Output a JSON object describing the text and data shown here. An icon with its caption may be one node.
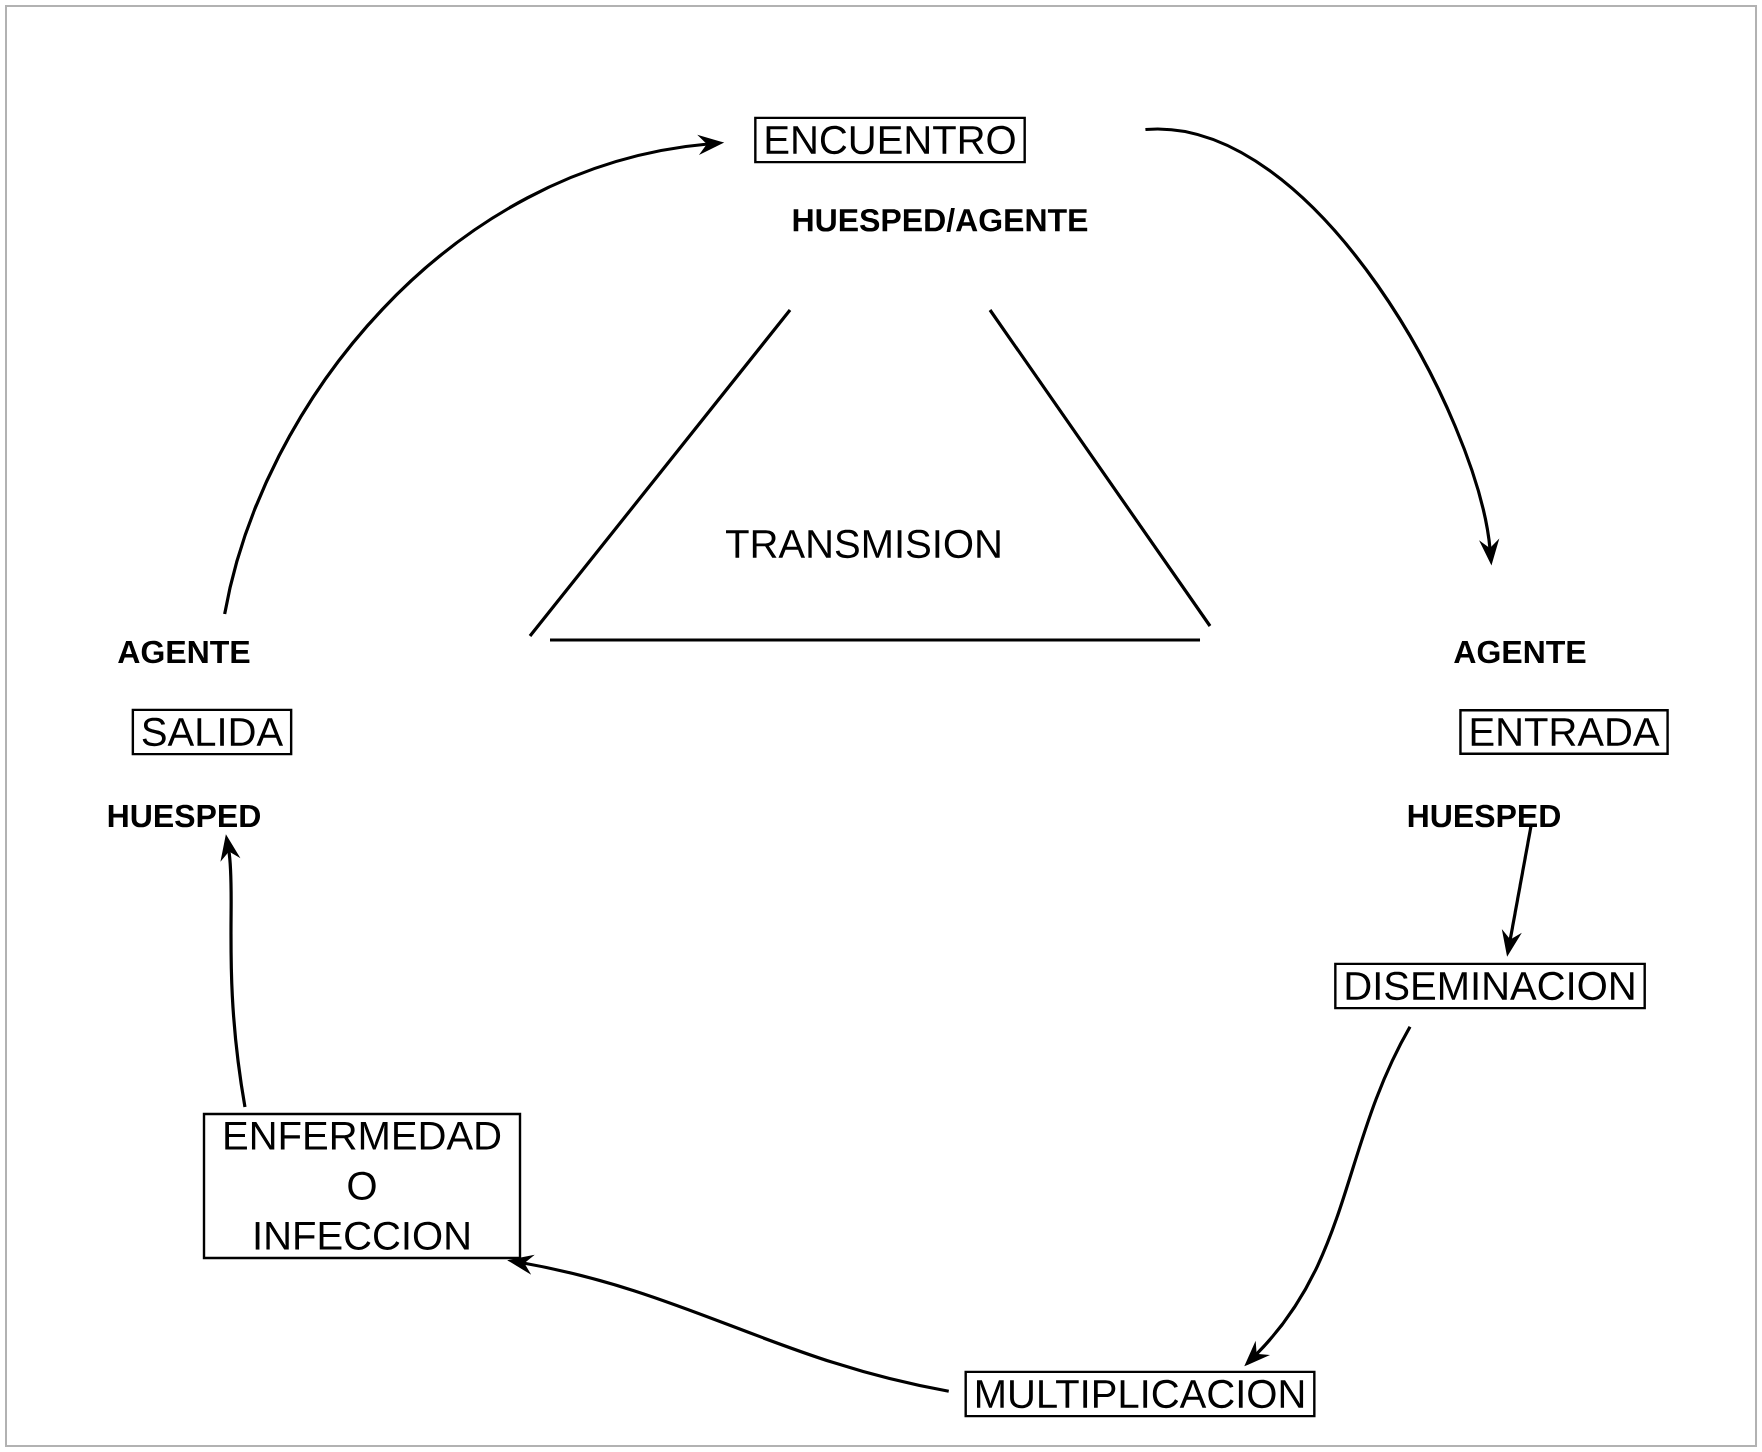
{
  "diagram": {
    "nodes": [
      {
        "text": [
          "ENCUENTRO"
        ],
        "beside": [
          "HUESPED/AGENTE"
        ]
      },
      {
        "text": [
          "ENTRADA"
        ],
        "beside": [
          "AGENTE",
          "HUESPED"
        ]
      },
      {
        "text": [
          "DISEMINACION"
        ]
      },
      {
        "text": [
          "MULTIPLICACION"
        ]
      },
      {
        "text": [
          "ENFERMEDAD O INFECCION"
        ]
      },
      {
        "text": [
          "SALIDA"
        ],
        "beside": [
          "AGENTE",
          "HUESPED"
        ]
      },
      {
        "text": [
          "TRANSMISION"
        ]
      }
    ],
    "edges": [
      {
        "from": 0,
        "to": 1,
        "arrow": "to"
      },
      {
        "from": 1,
        "to": 2,
        "arrow": "to"
      },
      {
        "from": 2,
        "to": 3,
        "arrow": "to"
      },
      {
        "from": 3,
        "to": 4,
        "arrow": "to"
      },
      {
        "from": 4,
        "to": 5,
        "arrow": "to"
      },
      {
        "from": 5,
        "to": 0,
        "arrow": "to"
      }
    ]
  }
}
